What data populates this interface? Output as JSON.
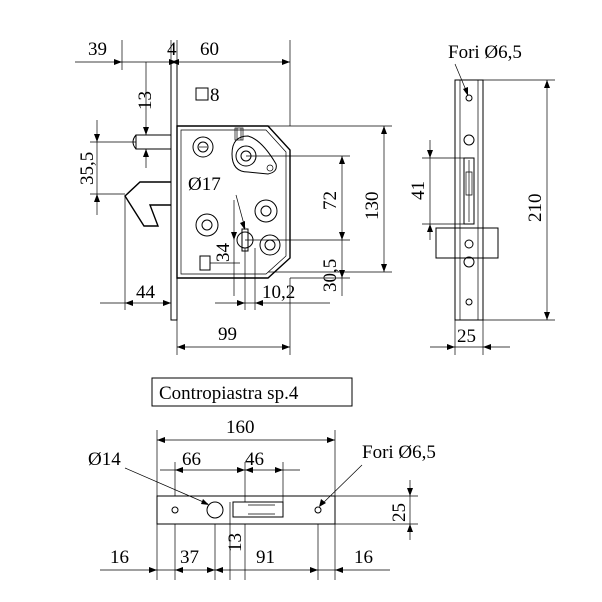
{
  "lock_front_view": {
    "dim_39": "39",
    "dim_4": "4",
    "dim_60": "60",
    "dim_13": "13",
    "dim_square_8": "8",
    "dim_35_5": "35,5",
    "dim_17": "Ø17",
    "dim_72": "72",
    "dim_130": "130",
    "dim_34": "34",
    "dim_30_5": "30,5",
    "dim_44": "44",
    "dim_10_2": "10,2",
    "dim_99": "99"
  },
  "lock_side_view": {
    "holes_label": "Fori Ø6,5",
    "dim_41": "41",
    "dim_210": "210",
    "dim_25": "25"
  },
  "strike_plate": {
    "title": "Contropiastra sp.4",
    "dim_160": "160",
    "dim_14": "Ø14",
    "dim_66": "66",
    "dim_46": "46",
    "holes_label": "Fori Ø6,5",
    "dim_25": "25",
    "dim_13": "13",
    "dim_16_left": "16",
    "dim_37": "37",
    "dim_91": "91",
    "dim_16_right": "16"
  }
}
